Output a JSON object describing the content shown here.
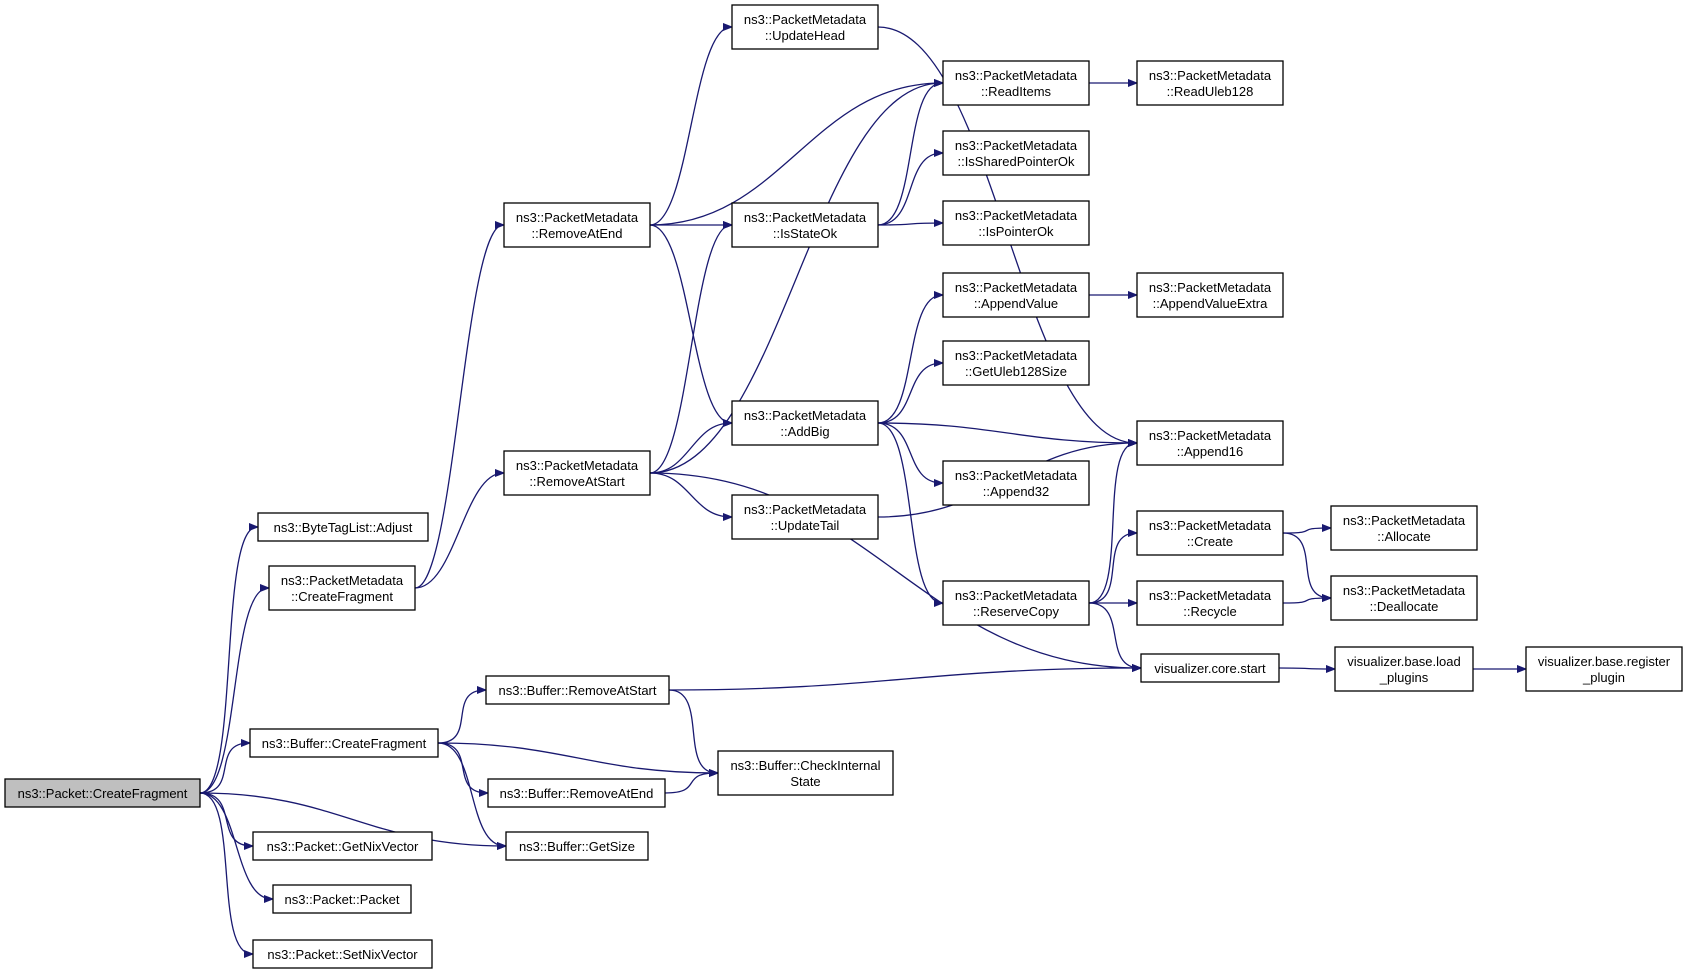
{
  "graph": {
    "colors": {
      "edge": "#191970",
      "node_border": "#000000",
      "root_fill": "#bfbfbf",
      "node_fill": "#ffffff"
    },
    "nodes": [
      {
        "id": "root",
        "lines": [
          "ns3::Packet::CreateFragment"
        ],
        "root": true
      },
      {
        "id": "btl_adjust",
        "lines": [
          "ns3::ByteTagList::Adjust"
        ]
      },
      {
        "id": "pm_createfrag",
        "lines": [
          "ns3::PacketMetadata",
          "::CreateFragment"
        ]
      },
      {
        "id": "buf_createfrag",
        "lines": [
          "ns3::Buffer::CreateFragment"
        ]
      },
      {
        "id": "pkt_getnix",
        "lines": [
          "ns3::Packet::GetNixVector"
        ]
      },
      {
        "id": "pkt_packet",
        "lines": [
          "ns3::Packet::Packet"
        ]
      },
      {
        "id": "pkt_setnix",
        "lines": [
          "ns3::Packet::SetNixVector"
        ]
      },
      {
        "id": "pm_removeatend",
        "lines": [
          "ns3::PacketMetadata",
          "::RemoveAtEnd"
        ]
      },
      {
        "id": "pm_removeatstart",
        "lines": [
          "ns3::PacketMetadata",
          "::RemoveAtStart"
        ]
      },
      {
        "id": "buf_removeatstart",
        "lines": [
          "ns3::Buffer::RemoveAtStart"
        ]
      },
      {
        "id": "buf_removeatend",
        "lines": [
          "ns3::Buffer::RemoveAtEnd"
        ]
      },
      {
        "id": "buf_getsize",
        "lines": [
          "ns3::Buffer::GetSize"
        ]
      },
      {
        "id": "buf_checkinternal",
        "lines": [
          "ns3::Buffer::CheckInternal",
          "State"
        ]
      },
      {
        "id": "pm_updatehead",
        "lines": [
          "ns3::PacketMetadata",
          "::UpdateHead"
        ]
      },
      {
        "id": "pm_isstateok",
        "lines": [
          "ns3::PacketMetadata",
          "::IsStateOk"
        ]
      },
      {
        "id": "pm_addbig",
        "lines": [
          "ns3::PacketMetadata",
          "::AddBig"
        ]
      },
      {
        "id": "pm_updatetail",
        "lines": [
          "ns3::PacketMetadata",
          "::UpdateTail"
        ]
      },
      {
        "id": "pm_readitems",
        "lines": [
          "ns3::PacketMetadata",
          "::ReadItems"
        ]
      },
      {
        "id": "pm_issharedptrok",
        "lines": [
          "ns3::PacketMetadata",
          "::IsSharedPointerOk"
        ]
      },
      {
        "id": "pm_ispointerok",
        "lines": [
          "ns3::PacketMetadata",
          "::IsPointerOk"
        ]
      },
      {
        "id": "pm_appendvalue",
        "lines": [
          "ns3::PacketMetadata",
          "::AppendValue"
        ]
      },
      {
        "id": "pm_getuleb128size",
        "lines": [
          "ns3::PacketMetadata",
          "::GetUleb128Size"
        ]
      },
      {
        "id": "pm_append32",
        "lines": [
          "ns3::PacketMetadata",
          "::Append32"
        ]
      },
      {
        "id": "pm_reservecopy",
        "lines": [
          "ns3::PacketMetadata",
          "::ReserveCopy"
        ]
      },
      {
        "id": "pm_readuleb128",
        "lines": [
          "ns3::PacketMetadata",
          "::ReadUleb128"
        ]
      },
      {
        "id": "pm_appendvalueextra",
        "lines": [
          "ns3::PacketMetadata",
          "::AppendValueExtra"
        ]
      },
      {
        "id": "pm_append16",
        "lines": [
          "ns3::PacketMetadata",
          "::Append16"
        ]
      },
      {
        "id": "pm_create",
        "lines": [
          "ns3::PacketMetadata",
          "::Create"
        ]
      },
      {
        "id": "pm_recycle",
        "lines": [
          "ns3::PacketMetadata",
          "::Recycle"
        ]
      },
      {
        "id": "viz_core_start",
        "lines": [
          "visualizer.core.start"
        ]
      },
      {
        "id": "pm_allocate",
        "lines": [
          "ns3::PacketMetadata",
          "::Allocate"
        ]
      },
      {
        "id": "pm_deallocate",
        "lines": [
          "ns3::PacketMetadata",
          "::Deallocate"
        ]
      },
      {
        "id": "viz_loadplugins",
        "lines": [
          "visualizer.base.load",
          "_plugins"
        ]
      },
      {
        "id": "viz_registerplugin",
        "lines": [
          "visualizer.base.register",
          "_plugin"
        ]
      }
    ],
    "edges": [
      [
        "root",
        "btl_adjust"
      ],
      [
        "root",
        "pm_createfrag"
      ],
      [
        "root",
        "buf_createfrag"
      ],
      [
        "root",
        "buf_getsize"
      ],
      [
        "root",
        "pkt_getnix"
      ],
      [
        "root",
        "pkt_packet"
      ],
      [
        "root",
        "pkt_setnix"
      ],
      [
        "pm_createfrag",
        "pm_removeatend"
      ],
      [
        "pm_createfrag",
        "pm_removeatstart"
      ],
      [
        "buf_createfrag",
        "buf_removeatstart"
      ],
      [
        "buf_createfrag",
        "buf_checkinternal"
      ],
      [
        "buf_createfrag",
        "buf_removeatend"
      ],
      [
        "buf_createfrag",
        "buf_getsize"
      ],
      [
        "pm_removeatend",
        "pm_updatehead"
      ],
      [
        "pm_removeatend",
        "pm_readitems"
      ],
      [
        "pm_removeatend",
        "pm_isstateok"
      ],
      [
        "pm_removeatend",
        "pm_addbig"
      ],
      [
        "pm_removeatstart",
        "pm_readitems"
      ],
      [
        "pm_removeatstart",
        "pm_isstateok"
      ],
      [
        "pm_removeatstart",
        "pm_addbig"
      ],
      [
        "pm_removeatstart",
        "pm_updatetail"
      ],
      [
        "pm_removeatstart",
        "viz_core_start"
      ],
      [
        "buf_removeatstart",
        "buf_checkinternal"
      ],
      [
        "buf_removeatstart",
        "viz_core_start"
      ],
      [
        "buf_removeatend",
        "buf_checkinternal"
      ],
      [
        "pm_updatehead",
        "pm_append16"
      ],
      [
        "pm_isstateok",
        "pm_readitems"
      ],
      [
        "pm_isstateok",
        "pm_issharedptrok"
      ],
      [
        "pm_isstateok",
        "pm_ispointerok"
      ],
      [
        "pm_addbig",
        "pm_appendvalue"
      ],
      [
        "pm_addbig",
        "pm_getuleb128size"
      ],
      [
        "pm_addbig",
        "pm_append16"
      ],
      [
        "pm_addbig",
        "pm_append32"
      ],
      [
        "pm_addbig",
        "pm_reservecopy"
      ],
      [
        "pm_updatetail",
        "pm_append16"
      ],
      [
        "pm_readitems",
        "pm_readuleb128"
      ],
      [
        "pm_appendvalue",
        "pm_appendvalueextra"
      ],
      [
        "pm_reservecopy",
        "pm_append16"
      ],
      [
        "pm_reservecopy",
        "pm_create"
      ],
      [
        "pm_reservecopy",
        "pm_recycle"
      ],
      [
        "pm_reservecopy",
        "viz_core_start"
      ],
      [
        "pm_create",
        "pm_allocate"
      ],
      [
        "pm_create",
        "pm_deallocate"
      ],
      [
        "pm_recycle",
        "pm_deallocate"
      ],
      [
        "viz_core_start",
        "viz_loadplugins"
      ],
      [
        "viz_loadplugins",
        "viz_registerplugin"
      ]
    ]
  }
}
